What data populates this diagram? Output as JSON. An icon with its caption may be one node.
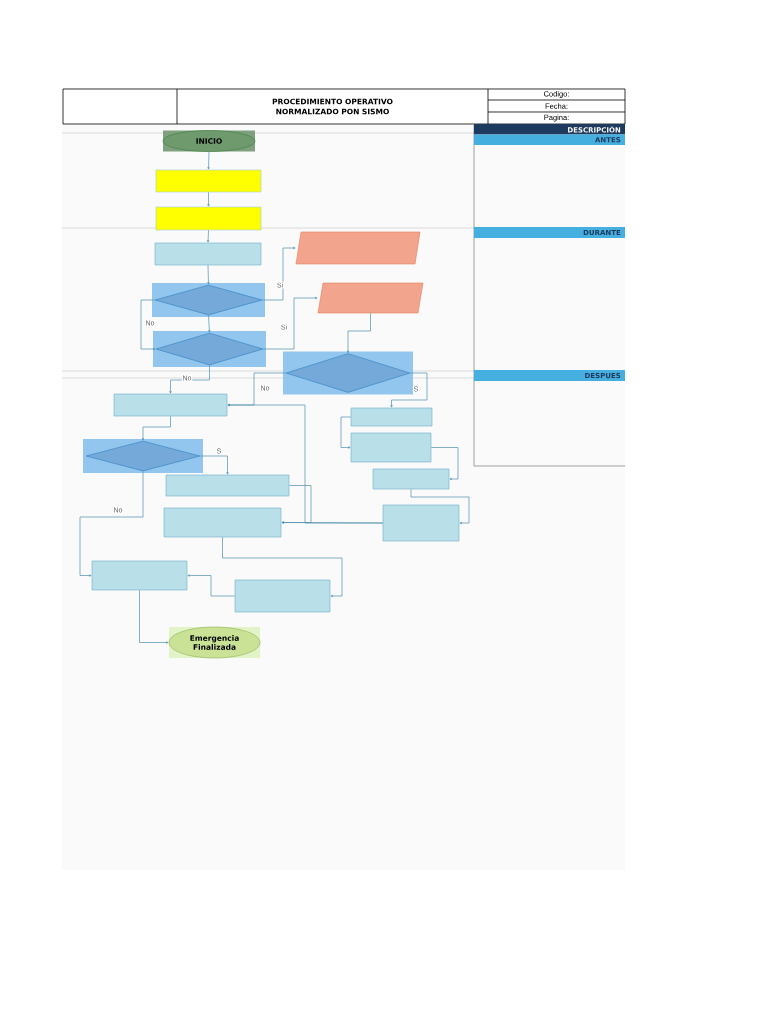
{
  "diagram": {
    "title": "PROCEDIMIENTO OPERATIVO NORMALIZADO PON SISMO",
    "nodes": [
      {
        "text": [
          "INICIO"
        ]
      },
      {
        "text": [],
        "shape": "box"
      },
      {
        "text": [],
        "shape": "box"
      },
      {
        "text": [],
        "shape": "box"
      },
      {
        "text": [],
        "shape": "diamond"
      },
      {
        "text": [],
        "shape": "diamond"
      },
      {
        "text": [],
        "shape": "parallelogram"
      },
      {
        "text": [],
        "shape": "parallelogram"
      },
      {
        "text": [],
        "shape": "diamond"
      },
      {
        "text": [],
        "shape": "box"
      },
      {
        "text": [],
        "shape": "diamond"
      },
      {
        "text": [],
        "shape": "box"
      },
      {
        "text": [],
        "shape": "box"
      },
      {
        "text": [],
        "shape": "box"
      },
      {
        "text": [],
        "shape": "box"
      },
      {
        "text": [
          "Emergencia Finalizada"
        ]
      },
      {
        "text": [],
        "shape": "box"
      },
      {
        "text": [],
        "shape": "box"
      },
      {
        "text": [],
        "shape": "box"
      },
      {
        "text": [],
        "shape": "box"
      }
    ],
    "edges": [
      {
        "from": 0,
        "to": 1,
        "arrow": "to"
      },
      {
        "from": 1,
        "to": 2,
        "arrow": "to"
      },
      {
        "from": 2,
        "to": 3,
        "arrow": "to"
      },
      {
        "from": 3,
        "to": 4,
        "arrow": "to"
      },
      {
        "from": 4,
        "to": 5,
        "arrow": "to"
      },
      {
        "from": 4,
        "to": 6,
        "arrow": "to",
        "label": "Si"
      },
      {
        "from": 4,
        "to": 5,
        "arrow": "to",
        "label": "No"
      },
      {
        "from": 5,
        "to": 7,
        "arrow": "to",
        "label": "Si"
      },
      {
        "from": 5,
        "to": 9,
        "arrow": "to",
        "label": "No"
      },
      {
        "from": 7,
        "to": 8,
        "arrow": "to"
      },
      {
        "from": 8,
        "to": 9,
        "arrow": "to",
        "label": "No"
      },
      {
        "from": 8,
        "to": 16,
        "arrow": "to",
        "label": "S"
      },
      {
        "from": 16,
        "to": 17,
        "arrow": "to"
      },
      {
        "from": 17,
        "to": 18,
        "arrow": "to"
      },
      {
        "from": 18,
        "to": 19,
        "arrow": "to"
      },
      {
        "from": 19,
        "to": 12,
        "arrow": "to"
      },
      {
        "from": 19,
        "to": 9,
        "arrow": "to"
      },
      {
        "from": 11,
        "to": 12,
        "arrow": "to"
      },
      {
        "from": 9,
        "to": 10,
        "arrow": "to"
      },
      {
        "from": 10,
        "to": 11,
        "arrow": "to",
        "label": "S"
      },
      {
        "from": 10,
        "to": 13,
        "arrow": "to",
        "label": "No"
      },
      {
        "from": 12,
        "to": 14,
        "arrow": "to"
      },
      {
        "from": 14,
        "to": 13,
        "arrow": "to"
      },
      {
        "from": 13,
        "to": 15,
        "arrow": "to"
      }
    ],
    "labels": [
      "Codigo:",
      "Fecha:",
      "Pagina:",
      "DESCRIPCIÓN",
      "ANTES",
      "DURANTE",
      "DESPUES"
    ]
  }
}
